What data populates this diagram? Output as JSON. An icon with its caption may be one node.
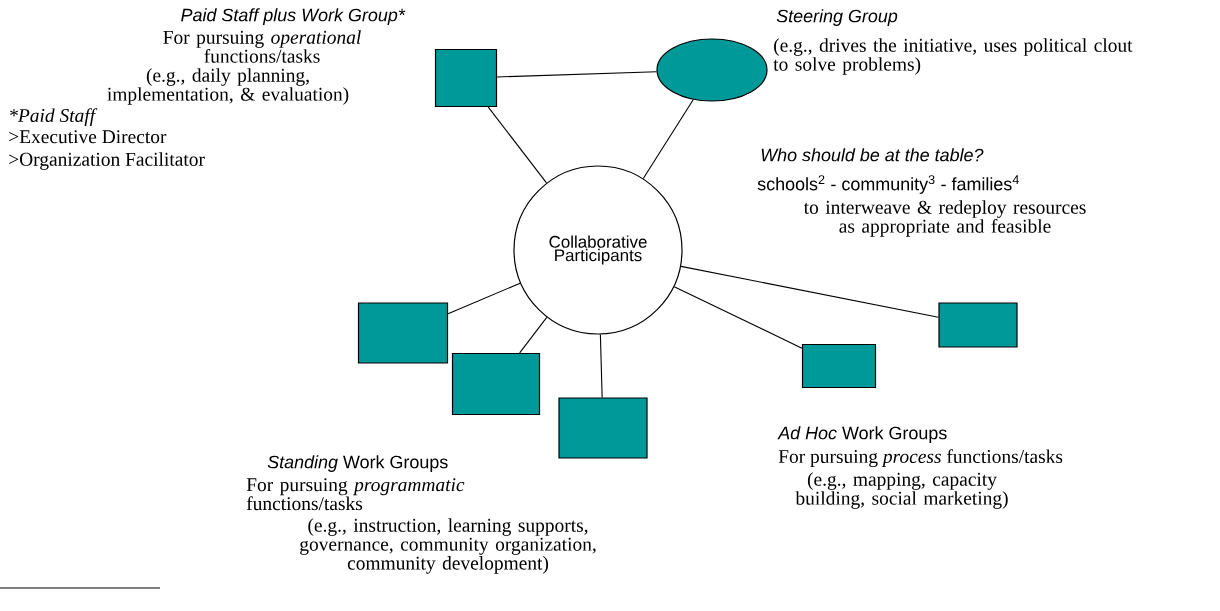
{
  "diagram": {
    "nodes": [
      {
        "text": [],
        "shape": "box",
        "beside": [
          "Paid Staff plus Work Group*",
          "For pursuing *operational* functions/tasks",
          "(e.g., daily planning, implementation, & evaluation)",
          "*Paid Staff",
          ">Executive Director",
          ">Organization Facilitator"
        ]
      },
      {
        "text": [],
        "shape": "ellipse",
        "beside": [
          "Steering Group",
          "(e.g., drives the initiative, uses political clout to solve problems)"
        ]
      },
      {
        "text": [
          "Collaborative Participants"
        ],
        "beside": [
          "Who should be at the table?",
          "schools$^{2}$ - community$^{3}$ - families$^{4}$",
          "to interweave & redeploy resources as appropriate and feasible"
        ]
      },
      {
        "text": [],
        "shape": "box"
      },
      {
        "text": [],
        "shape": "box"
      },
      {
        "text": [],
        "shape": "box"
      },
      {
        "text": [],
        "shape": "box"
      },
      {
        "text": [],
        "shape": "box"
      }
    ],
    "edges": [
      {
        "from": 0,
        "to": 1,
        "arrow": "none"
      },
      {
        "from": 2,
        "to": 0,
        "arrow": "none"
      },
      {
        "from": 2,
        "to": 1,
        "arrow": "none"
      },
      {
        "from": 2,
        "to": 3,
        "arrow": "none"
      },
      {
        "from": 2,
        "to": 4,
        "arrow": "none"
      },
      {
        "from": 2,
        "to": 5,
        "arrow": "none"
      },
      {
        "from": 2,
        "to": 6,
        "arrow": "none"
      },
      {
        "from": 2,
        "to": 7,
        "arrow": "none"
      }
    ],
    "labels": [
      "*Standing* Work Groups",
      "For pursuing *programmatic* functions/tasks",
      "(e.g., instruction, learning supports, governance, community organization, community development)",
      "*Ad Hoc* Work Groups",
      "For pursuing *process* functions/tasks",
      "(e.g., mapping, capacity building, social marketing)"
    ]
  }
}
